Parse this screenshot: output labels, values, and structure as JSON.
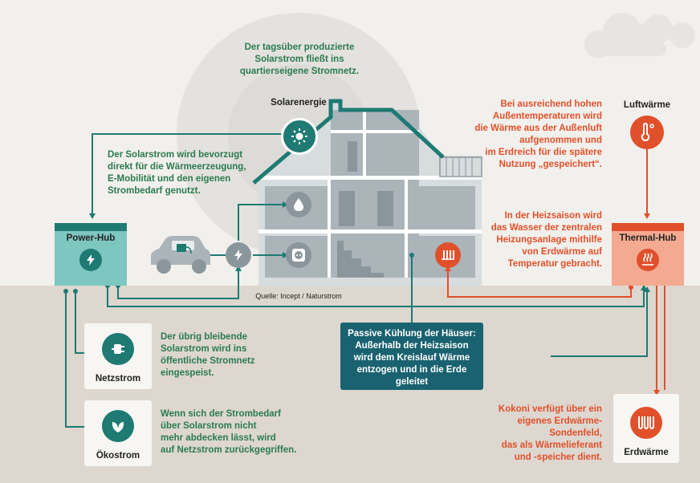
{
  "texts": {
    "solar_note": "Der tagsüber produzierte\nSolarstrom fließt ins\nquartierseigene Stromnetz.",
    "solar_label": "Solarenergie",
    "solar_use_note": "Der Solarstrom wird bevorzugt\ndirekt für die Wärmeerzeugung,\nE-Mobilität und den eigenen\nStrombedarf genutzt.",
    "power_hub": "Power-Hub",
    "thermal_hub": "Thermal-Hub",
    "air_heat_label": "Luftwärme",
    "air_heat_note": "Bei ausreichend hohen\nAußentemperaturen wird\ndie Wärme aus der Außenluft\naufgenommen und\nim Erdreich für die spätere\nNutzung „gespeichert“.",
    "heating_note": "In der Heizsaison wird\ndas Wasser der zentralen\nHeizungsanlage mithilfe\nvon Erdwärme auf\nTemperatur gebracht.",
    "source": "Quelle: Incept / Naturstrom",
    "grid_note": "Der übrig bleibende\nSolarstrom wird ins\nöffentliche Stromnetz\neingespeist.",
    "grid_label": "Netzstrom",
    "eco_note": "Wenn sich der Strombedarf\nüber Solarstrom nicht\nmehr abdecken lässt, wird\nauf Netzstrom zurückgegriffen.",
    "eco_label": "Ökostrom",
    "cooling_note": "Passive Kühlung der Häuser:\nAußerhalb der Heizsaison\nwird dem Kreislauf Wärme\nentzogen und in die Erde geleitet",
    "ground_note": "Kokoni verfügt über ein\neigenes Erdwärme-Sondenfeld,\ndas als Wärmelieferant\nund -speicher dient.",
    "ground_label": "Erdwärme"
  },
  "icons": {
    "sun": "sun-icon",
    "water": "water-drop-icon",
    "socket": "power-socket-icon",
    "bolt": "lightning-bolt-icon",
    "radiator": "radiator-icon",
    "thermometer": "thermometer-icon",
    "heat": "heat-waves-icon",
    "plug": "plug-icon",
    "leaf": "leaf-icon",
    "probes": "ground-probes-icon",
    "car": "electric-car-icon"
  },
  "colors": {
    "green_text": "#2b7b4f",
    "teal": "#1e7a73",
    "orange": "#e0502a",
    "power_hub": "#7ec6c0",
    "thermal_hub": "#f4aa90",
    "cooling_box": "#1a6270"
  }
}
